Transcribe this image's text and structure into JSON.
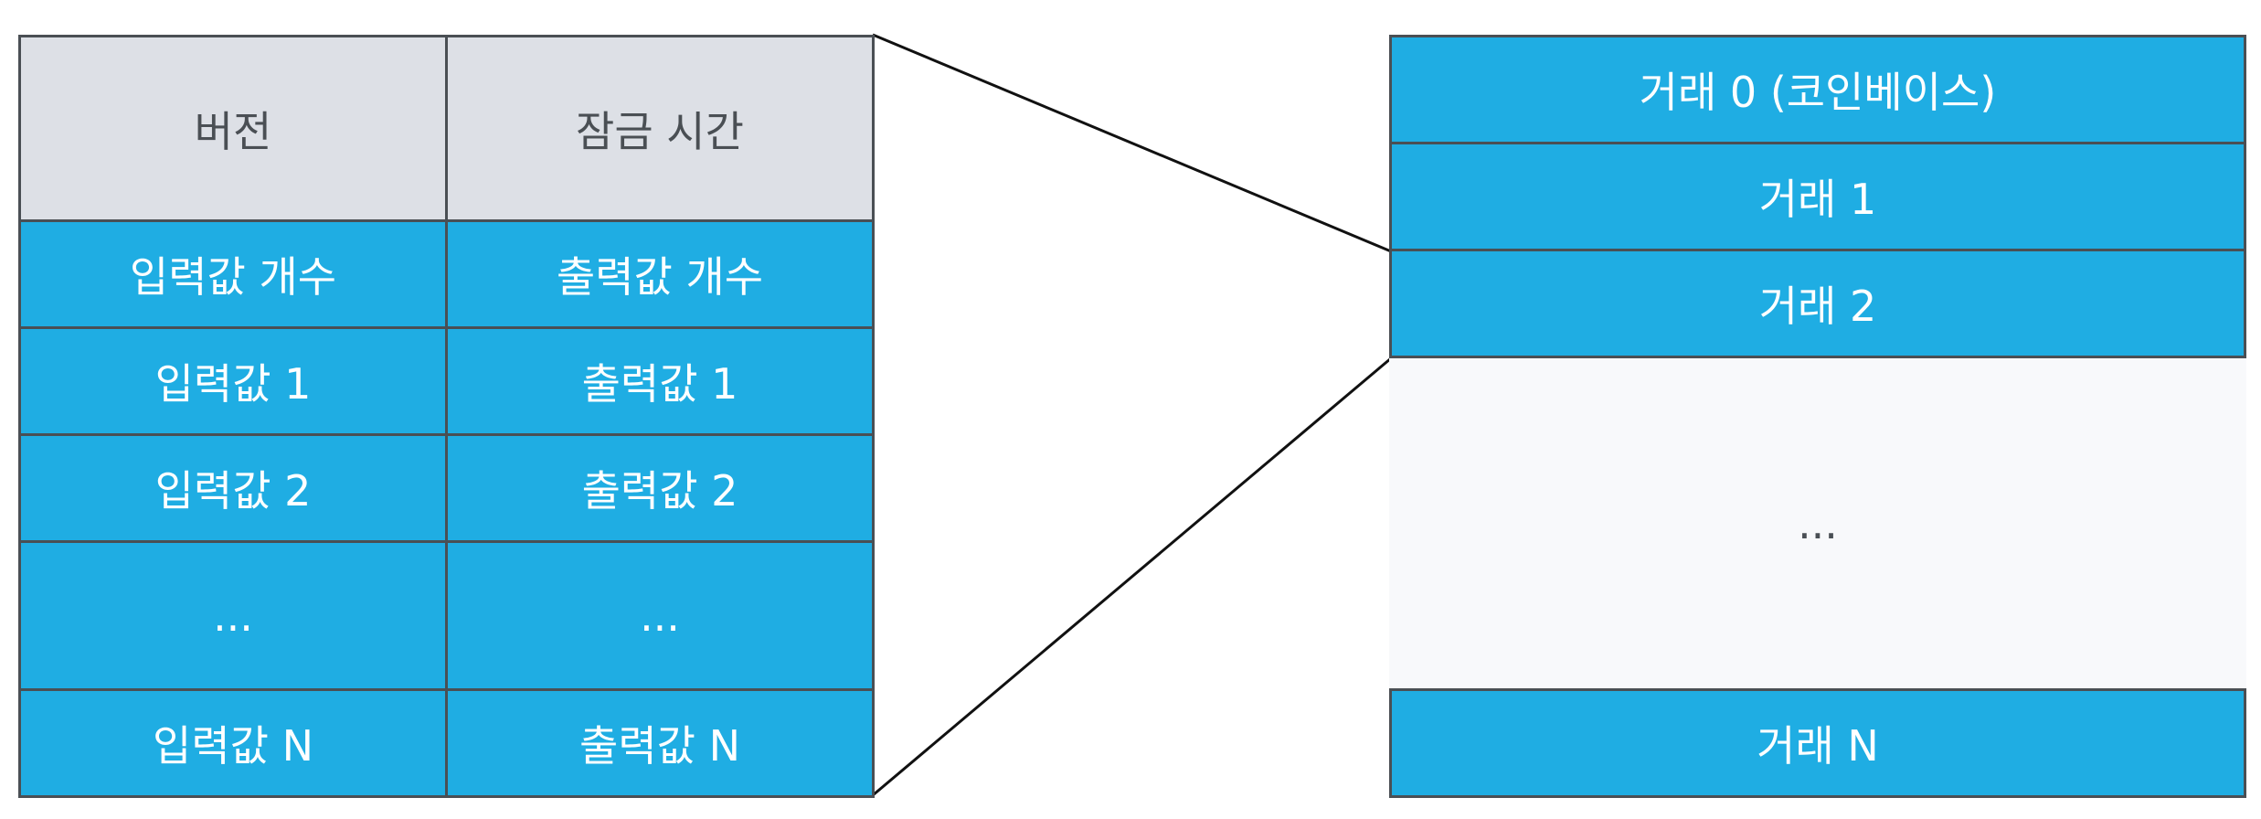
{
  "transaction": {
    "version": "버전",
    "locktime": "잠금 시간",
    "input_count": "입력값 개수",
    "output_count": "출력값 개수",
    "inputs": [
      "입력값 1",
      "입력값 2",
      "...",
      "입력값 N"
    ],
    "outputs": [
      "출력값 1",
      "출력값 2",
      "...",
      "출력값 N"
    ]
  },
  "block": {
    "transactions": [
      "거래 0 (코인베이스)",
      "거래 1",
      "거래 2",
      "...",
      "거래 N"
    ]
  },
  "colors": {
    "header_fill": "#dde0e6",
    "cell_fill": "#1fade3",
    "ellipsis_fill": "#f8f9fb",
    "border": "#4a4f54"
  }
}
